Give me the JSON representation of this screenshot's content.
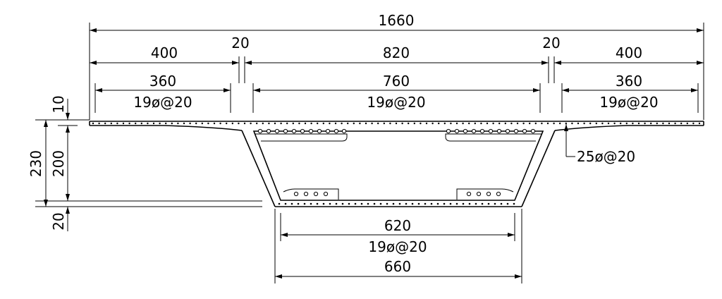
{
  "dimensions": {
    "total_width": "1660",
    "left_wing": "400",
    "left_gap": "20",
    "center": "820",
    "right_gap": "20",
    "right_wing": "400",
    "left_rebar_span": "360",
    "left_rebar": "19ø@20",
    "center_rebar_span": "760",
    "center_rebar": "19ø@20",
    "right_rebar_span": "360",
    "right_rebar": "19ø@20",
    "web_rebar": "25ø@20",
    "height_top": "10",
    "height_total": "230",
    "height_web": "200",
    "height_bottom": "20",
    "bottom_rebar_span": "620",
    "bottom_rebar": "19ø@20",
    "bottom_width": "660"
  }
}
